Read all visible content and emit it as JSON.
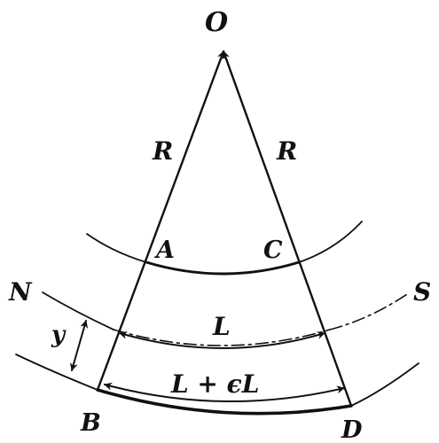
{
  "labels": {
    "origin": "O",
    "radius_left": "R",
    "radius_right": "R",
    "point_a": "A",
    "point_b": "B",
    "point_c": "C",
    "point_d": "D",
    "neutral_left": "N",
    "neutral_right": "S",
    "distance": "y",
    "neutral_length": "L",
    "stretched_length": "L + ϵL"
  },
  "colors": {
    "ink": "#111111",
    "background": "#ffffff"
  }
}
